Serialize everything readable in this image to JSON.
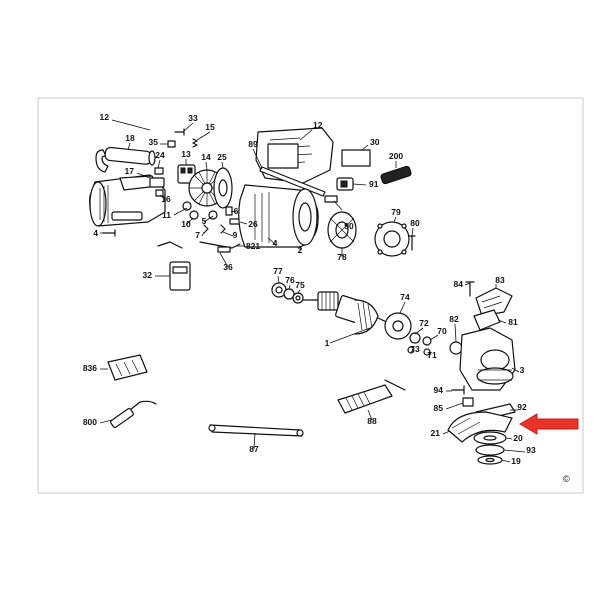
{
  "diagram": {
    "labels": {
      "p12a": "12",
      "p12b": "12",
      "p18": "18",
      "p33": "33",
      "p35": "35",
      "p15": "15",
      "p13": "13",
      "p14": "14",
      "p25": "25",
      "p24": "24",
      "p17": "17",
      "p16": "16",
      "p11": "11",
      "p10": "10",
      "p5": "5",
      "p6": "6",
      "p4a": "4",
      "p4b": "4",
      "p7": "7",
      "p9": "9",
      "p26": "26",
      "p821": "821",
      "p2": "2",
      "p89": "89",
      "p30": "30",
      "p200": "200",
      "p91": "91",
      "p90": "90",
      "p79": "79",
      "p80": "80",
      "p78": "78",
      "p32": "32",
      "p36": "36",
      "p77": "77",
      "p76": "76",
      "p75": "75",
      "p74": "74",
      "p84": "84",
      "p83": "83",
      "p81": "81",
      "p82": "82",
      "p72": "72",
      "p70": "70",
      "p71": "71",
      "p73": "73",
      "p1": "1",
      "p3": "3",
      "p836": "836",
      "p94": "94",
      "p85": "85",
      "p92": "92",
      "p800": "800",
      "p88": "88",
      "p21": "21",
      "p20": "20",
      "p93": "93",
      "p87": "87",
      "p19": "19"
    },
    "copyright": "©",
    "arrow_color": "#e8332a"
  }
}
